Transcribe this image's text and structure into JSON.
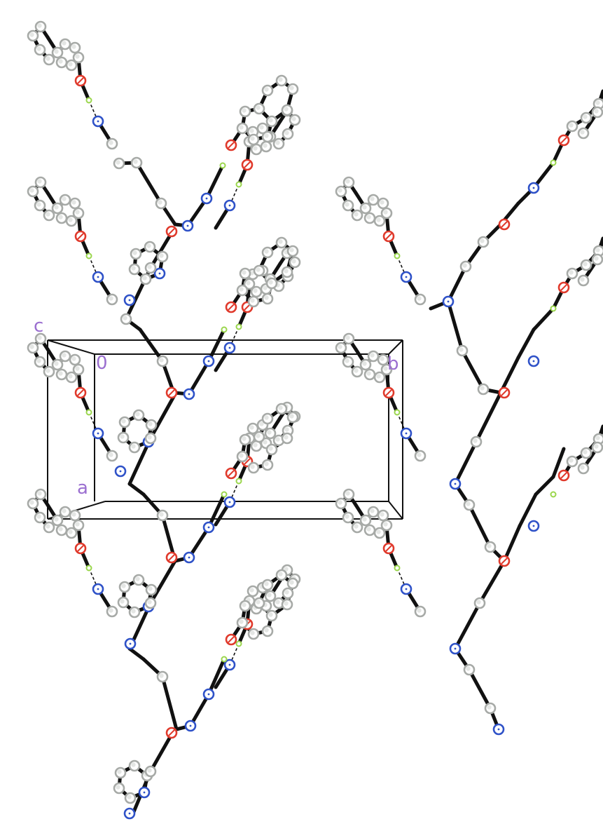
{
  "figure": {
    "axis_labels": {
      "c": "c",
      "origin": "0",
      "b": "b",
      "a": "a"
    },
    "colors": {
      "bond": "#111111",
      "carbon": "#a7aaa7",
      "oxygen": "#e03a2c",
      "nitrogen": "#2f52c8",
      "hydrogen": "#9ad64c",
      "cell": "#111111",
      "axis_label": "#9b6fd0"
    },
    "atom_types": [
      "carbon",
      "oxygen",
      "nitrogen",
      "hydrogen"
    ],
    "bond_types": [
      "covalent",
      "hydrogen-bond"
    ]
  }
}
